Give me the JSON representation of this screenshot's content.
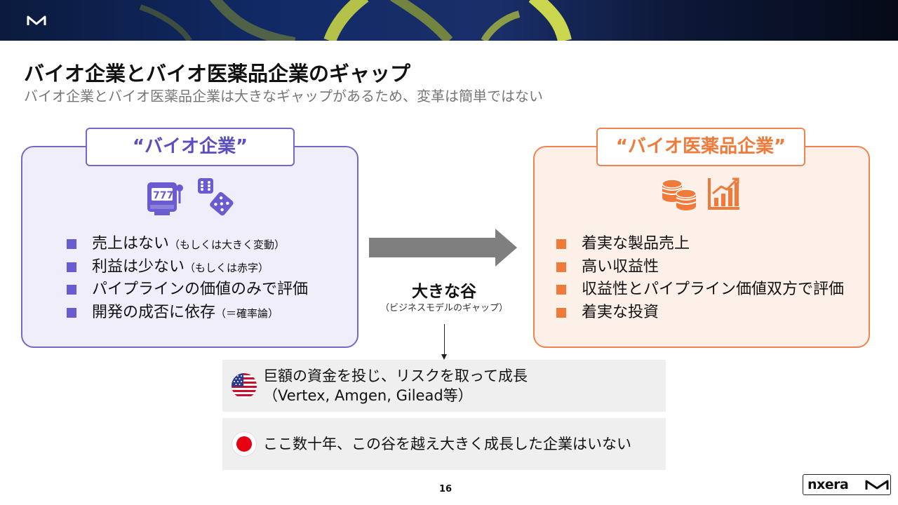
{
  "slide": {
    "title": "バイオ企業とバイオ医薬品企業のギャップ",
    "subtitle": "バイオ企業とバイオ医薬品企業は大きなギャップがあるため、変革は簡単ではない",
    "page_number": "16"
  },
  "left_panel": {
    "tag": "“バイオ企業”",
    "icons": [
      "slot-machine-icon",
      "dice-icon"
    ],
    "items": [
      {
        "main": "売上はない",
        "note": "（もしくは大きく変動）"
      },
      {
        "main": "利益は少ない",
        "note": "（もしくは赤字）"
      },
      {
        "main": "パイプラインの価値のみで評価",
        "note": ""
      },
      {
        "main": "開発の成否に依存",
        "note": "（＝確率論）"
      }
    ]
  },
  "right_panel": {
    "tag": "“バイオ医薬品企業”",
    "icons": [
      "coins-icon",
      "growth-chart-icon"
    ],
    "items": [
      {
        "main": "着実な製品売上"
      },
      {
        "main": "高い収益性"
      },
      {
        "main": "収益性とパイプライン価値双方で評価"
      },
      {
        "main": "着実な投資"
      }
    ]
  },
  "gap": {
    "label": "大きな谷",
    "sub": "（ビジネスモデルのギャップ）"
  },
  "examples": {
    "us": {
      "line1": "巨額の資金を投じ、リスクを取って成長",
      "line2": "（Vertex, Amgen, Gilead等）"
    },
    "jp": {
      "line1": "ここ数十年、この谷を越え大きく成長した企業はいない"
    }
  },
  "logo": {
    "text": "nxera"
  },
  "colors": {
    "purple": "#7668c8",
    "purple_fill": "#f0eefb",
    "orange": "#f08450",
    "orange_fill": "#fdf0e8",
    "arrow": "#7f7f7f"
  }
}
